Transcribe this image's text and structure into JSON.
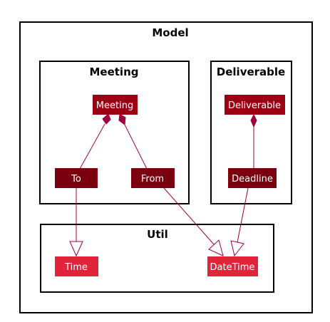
{
  "diagram": {
    "packages": {
      "model": {
        "title": "Model"
      },
      "meeting": {
        "title": "Meeting"
      },
      "deliverable": {
        "title": "Deliverable"
      },
      "util": {
        "title": "Util"
      }
    },
    "classes": {
      "meeting": {
        "label": "Meeting",
        "color": "#9D0012"
      },
      "to": {
        "label": "To",
        "color": "#7A0010"
      },
      "from": {
        "label": "From",
        "color": "#7A0010"
      },
      "deliverable": {
        "label": "Deliverable",
        "color": "#9D0012"
      },
      "deadline": {
        "label": "Deadline",
        "color": "#7A0010"
      },
      "time": {
        "label": "Time",
        "color": "#E0243A"
      },
      "datetime": {
        "label": "DateTime",
        "color": "#E0243A"
      }
    },
    "edge_color": "#A0003C",
    "relations": [
      {
        "from": "Meeting",
        "to": "To",
        "kind": "composition"
      },
      {
        "from": "Meeting",
        "to": "From",
        "kind": "composition"
      },
      {
        "from": "Deliverable",
        "to": "Deadline",
        "kind": "composition"
      },
      {
        "from": "To",
        "to": "Time",
        "kind": "generalization"
      },
      {
        "from": "From",
        "to": "DateTime",
        "kind": "generalization"
      },
      {
        "from": "Deadline",
        "to": "DateTime",
        "kind": "generalization"
      }
    ]
  }
}
